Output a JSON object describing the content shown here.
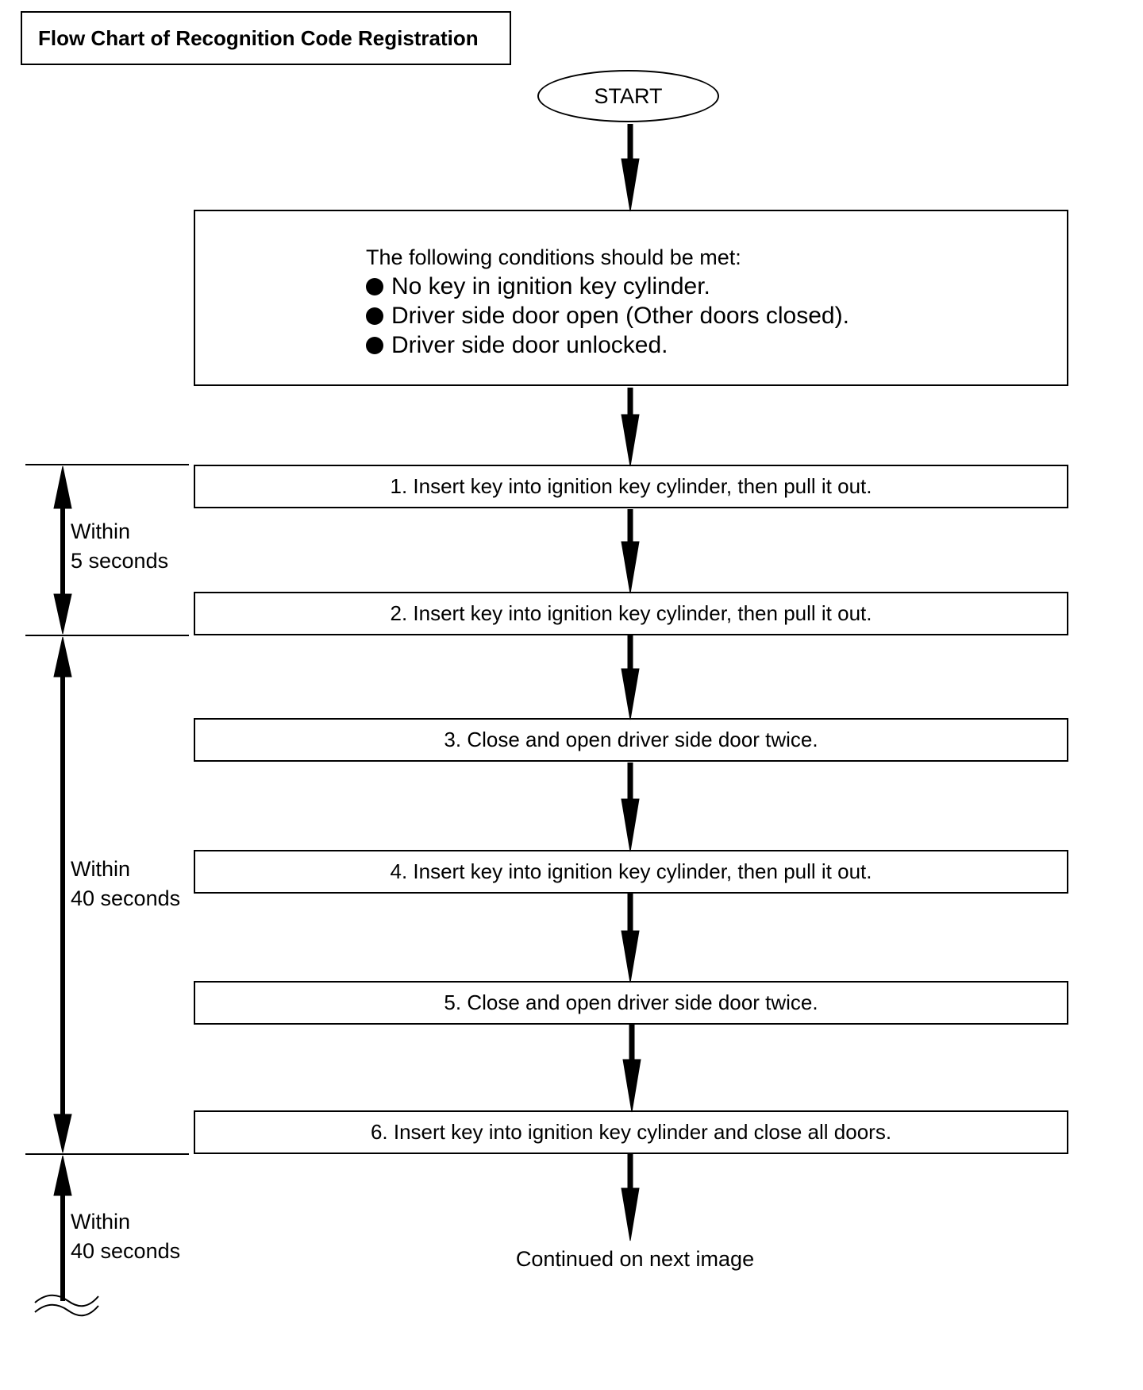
{
  "title": "Flow Chart of Recognition Code Registration",
  "start": "START",
  "conditions": {
    "heading": "The following conditions should be met:",
    "items": [
      "No key in ignition key cylinder.",
      "Driver side door open (Other doors closed).",
      "Driver side door unlocked."
    ]
  },
  "steps": [
    "1. Insert key into ignition key cylinder, then pull it out.",
    "2. Insert key into ignition key cylinder, then pull it out.",
    "3. Close and open driver side door twice.",
    "4. Insert key into ignition key cylinder, then pull it out.",
    "5. Close and open driver side door twice.",
    "6. Insert key into ignition key cylinder and close all doors."
  ],
  "timing": [
    {
      "line1": "Within",
      "line2": "5 seconds"
    },
    {
      "line1": "Within",
      "line2": "40 seconds"
    },
    {
      "line1": "Within",
      "line2": "40 seconds"
    }
  ],
  "footer": "Continued on next image"
}
